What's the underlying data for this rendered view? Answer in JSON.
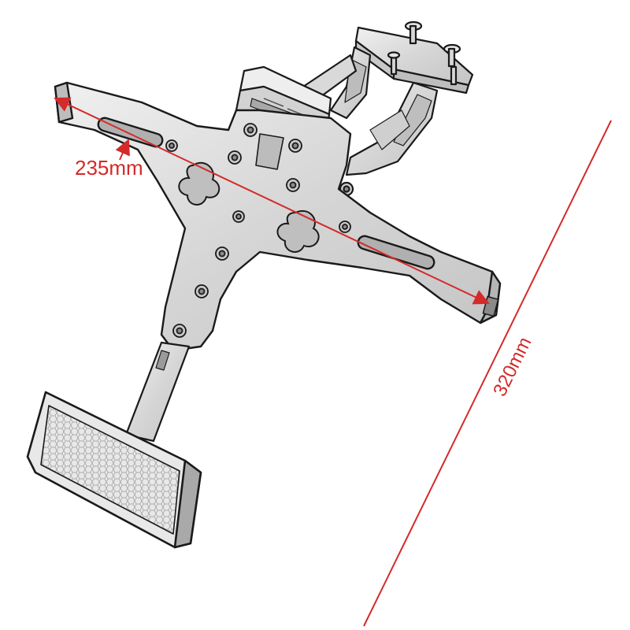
{
  "dimensions": {
    "width_label": "235mm",
    "length_label": "320mm"
  },
  "colors": {
    "dimension": "#d42a2a",
    "outline": "#1a1a1a",
    "metal": "#d9d9d9",
    "metal_light": "#eeeeee",
    "background": "#ffffff"
  },
  "icons": {
    "part": "license-plate-bracket",
    "reflector": "reflector-icon"
  }
}
